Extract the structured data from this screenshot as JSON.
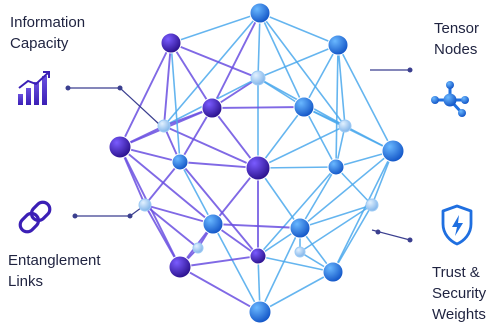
{
  "labels": {
    "information_capacity": [
      "Information",
      "Capacity"
    ],
    "entanglement_links": [
      "Entanglement",
      "Links"
    ],
    "tensor_nodes": [
      "Tensor",
      "Nodes"
    ],
    "trust_security_weights": [
      "Trust &",
      "Security",
      "Weights"
    ]
  },
  "icons": {
    "information_capacity": "bar-chart-trend-icon",
    "entanglement_links": "chain-link-icon",
    "tensor_nodes": "molecule-nodes-icon",
    "trust_security_weights": "shield-lightning-icon"
  },
  "colors": {
    "dark_purple_node": "#3b1fb5",
    "blue_node": "#1f6fe0",
    "light_node": "#9ecbf5",
    "purple_edge": "#6a4fe0",
    "blue_edge": "#4aa8ec",
    "text": "#1f2340"
  }
}
